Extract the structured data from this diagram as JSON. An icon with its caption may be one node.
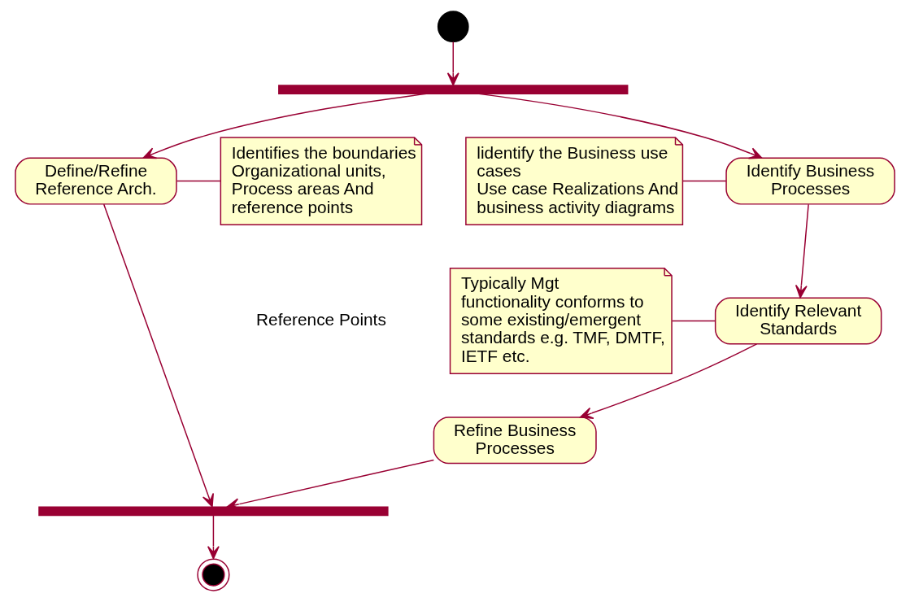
{
  "diagram": {
    "nodes": [
      {
        "text": [],
        "shape": "circle"
      },
      {
        "text": [],
        "shape": "bar"
      },
      {
        "text": [
          "lidentify the Business use cases",
          "Use case Realizations And",
          "business activity diagrams"
        ]
      },
      {
        "text": [
          "Identify Business Processes"
        ]
      },
      {
        "text": [
          "Typically Mgt functionality conforms to some existing/emergent standards e.g. TMF, DMTF, IETF etc."
        ]
      },
      {
        "text": [
          "Identify Relevant Standards"
        ]
      },
      {
        "text": [
          "Define/Refine Reference Arch."
        ]
      },
      {
        "text": [
          "Identifies the boundaries Organizational units,",
          "Process areas And reference points"
        ]
      },
      {
        "text": [
          "Refine Business Processes"
        ]
      },
      {
        "text": [],
        "shape": "bar"
      },
      {
        "text": [],
        "shape": "circle"
      }
    ],
    "edges": [
      {
        "from": 0,
        "to": 1,
        "arrow": "to"
      },
      {
        "from": 1,
        "to": 3,
        "arrow": "to"
      },
      {
        "from": 1,
        "to": 6,
        "arrow": "to"
      },
      {
        "from": 2,
        "to": 3,
        "arrow": "none"
      },
      {
        "from": 3,
        "to": 5,
        "arrow": "to"
      },
      {
        "from": 4,
        "to": 5,
        "arrow": "none"
      },
      {
        "from": 6,
        "to": 7,
        "arrow": "none"
      },
      {
        "from": 5,
        "to": 8,
        "arrow": "to"
      },
      {
        "from": 8,
        "to": 9,
        "arrow": "to"
      },
      {
        "from": 6,
        "to": 9,
        "arrow": "to"
      },
      {
        "from": 9,
        "to": 10,
        "arrow": "to"
      }
    ],
    "labels": [
      "Reference Points"
    ]
  }
}
